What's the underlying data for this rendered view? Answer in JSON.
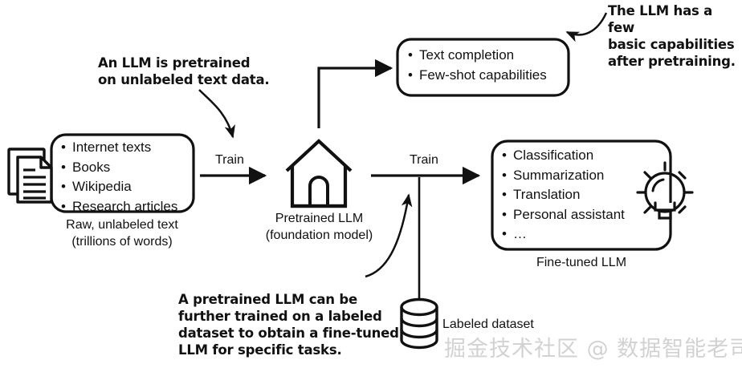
{
  "diagram": {
    "title_watermark": "掘金技术社区 @ 数据智能老司机",
    "annotations": {
      "pretrain_note": "An LLM is pretrained\non unlabeled text data.",
      "capabilities_note": "The LLM has a few\nbasic capabilities\nafter pretraining.",
      "finetune_note": "A pretrained LLM can be\nfurther trained on a labeled\ndataset to obtain a fine-tuned\nLLM for specific tasks."
    },
    "raw_data_box": {
      "items": [
        "Internet texts",
        "Books",
        "Wikipedia",
        "Research articles"
      ],
      "caption": "Raw, unlabeled text\n(trillions of words)",
      "icon": "document-stack-icon"
    },
    "model_node": {
      "caption": "Pretrained LLM\n(foundation model)",
      "icon": "house-icon"
    },
    "base_capabilities_box": {
      "items": [
        "Text completion",
        "Few-shot capabilities"
      ]
    },
    "finetuned_box": {
      "items": [
        "Classification",
        "Summarization",
        "Translation",
        "Personal assistant",
        "…"
      ],
      "caption": "Fine-tuned LLM",
      "icon": "lightbulb-icon"
    },
    "dataset_node": {
      "label": "Labeled dataset",
      "icon": "database-icon"
    },
    "edges": [
      {
        "id": "train-1",
        "label": "Train"
      },
      {
        "id": "train-2",
        "label": "Train"
      }
    ],
    "colors": {
      "stroke": "#111111",
      "background": "#ffffff",
      "watermark": "#d2d2d2"
    }
  }
}
